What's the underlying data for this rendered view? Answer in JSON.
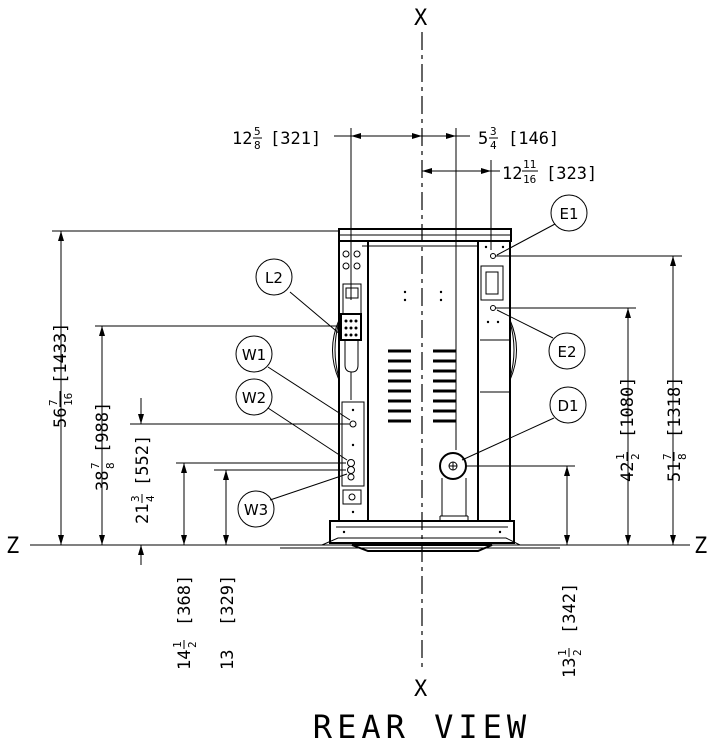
{
  "axes": {
    "x_top": "X",
    "x_bottom": "X",
    "z_left": "Z",
    "z_right": "Z"
  },
  "view_title": "REAR VIEW",
  "dimensions": {
    "top_1": {
      "whole": "12",
      "num": "5",
      "den": "8",
      "mm": "[321]"
    },
    "top_2": {
      "whole": "5",
      "num": "3",
      "den": "4",
      "mm": "[146]"
    },
    "top_3": {
      "whole": "12",
      "num": "11",
      "den": "16",
      "mm": "[323]"
    },
    "left_1": {
      "whole": "56",
      "num": "7",
      "den": "16",
      "mm": "[1433]"
    },
    "left_2": {
      "whole": "38",
      "num": "7",
      "den": "8",
      "mm": "[988]"
    },
    "left_3": {
      "whole": "21",
      "num": "3",
      "den": "4",
      "mm": "[552]"
    },
    "bottom_1": {
      "whole": "14",
      "num": "1",
      "den": "2",
      "mm": "[368]"
    },
    "bottom_2": {
      "whole": "13",
      "mm": "[329]"
    },
    "bottom_3": {
      "whole": "13",
      "num": "1",
      "den": "2",
      "mm": "[342]"
    },
    "right_1": {
      "whole": "42",
      "num": "1",
      "den": "2",
      "mm": "[1080]"
    },
    "right_2": {
      "whole": "51",
      "num": "7",
      "den": "8",
      "mm": "[1318]"
    }
  },
  "callouts": {
    "l2": "L2",
    "w1": "W1",
    "w2": "W2",
    "w3": "W3",
    "e1": "E1",
    "e2": "E2",
    "d1": "D1"
  }
}
